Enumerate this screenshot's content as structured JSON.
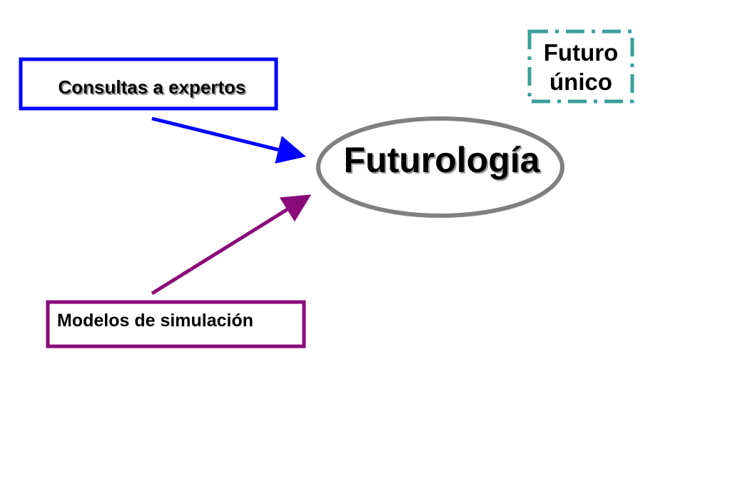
{
  "diagram": {
    "central_node": {
      "label": "Futurología",
      "border_color": "#808080"
    },
    "source_nodes": [
      {
        "label": "Consultas a expertos",
        "border_color": "#0000ff",
        "arrow_color": "#0000ff"
      },
      {
        "label": "Modelos de simulación",
        "border_color": "#8b0a7a",
        "arrow_color": "#8b0a7a"
      }
    ],
    "corner_note": {
      "lines": [
        "Futuro",
        "único"
      ],
      "border_color": "#3a9f9a"
    }
  }
}
